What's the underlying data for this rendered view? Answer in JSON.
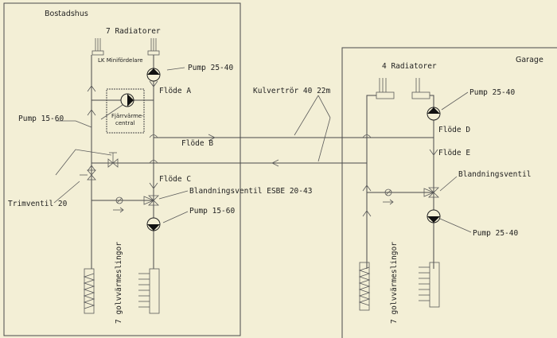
{
  "bostadshus": {
    "title": "Bostadshus",
    "radiators": "7 Radiatorer",
    "minifordelare": "LK Minifördelare",
    "pump_top": "Pump 25-40",
    "flode_a": "Flöde A",
    "pump_left": "Pump 15-60",
    "fjarrvarme_line1": "Fjärrvärme-",
    "fjarrvarme_line2": "central",
    "flode_b": "Flöde B",
    "flode_c": "Flöde C",
    "trimventil": "Trimventil 20",
    "blandningsventil": "Blandningsventil ESBE 20-43",
    "pump_bottom": "Pump 15-60",
    "golvvarme": "7 golvvärmeslingor"
  },
  "kulvert": {
    "label": "Kulvertrör 40 22m"
  },
  "garage": {
    "title": "Garage",
    "radiators": "4 Radiatorer",
    "pump_top": "Pump 25-40",
    "flode_d": "Flöde D",
    "flode_e": "Flöde E",
    "blandningsventil": "Blandningsventil",
    "pump_bottom": "Pump 25-40",
    "golvvarme": "7 golvvärmeslingor"
  },
  "colors": {
    "background": "#f3efd6",
    "line": "#4a4a4a",
    "pump_fill": "#111111"
  }
}
